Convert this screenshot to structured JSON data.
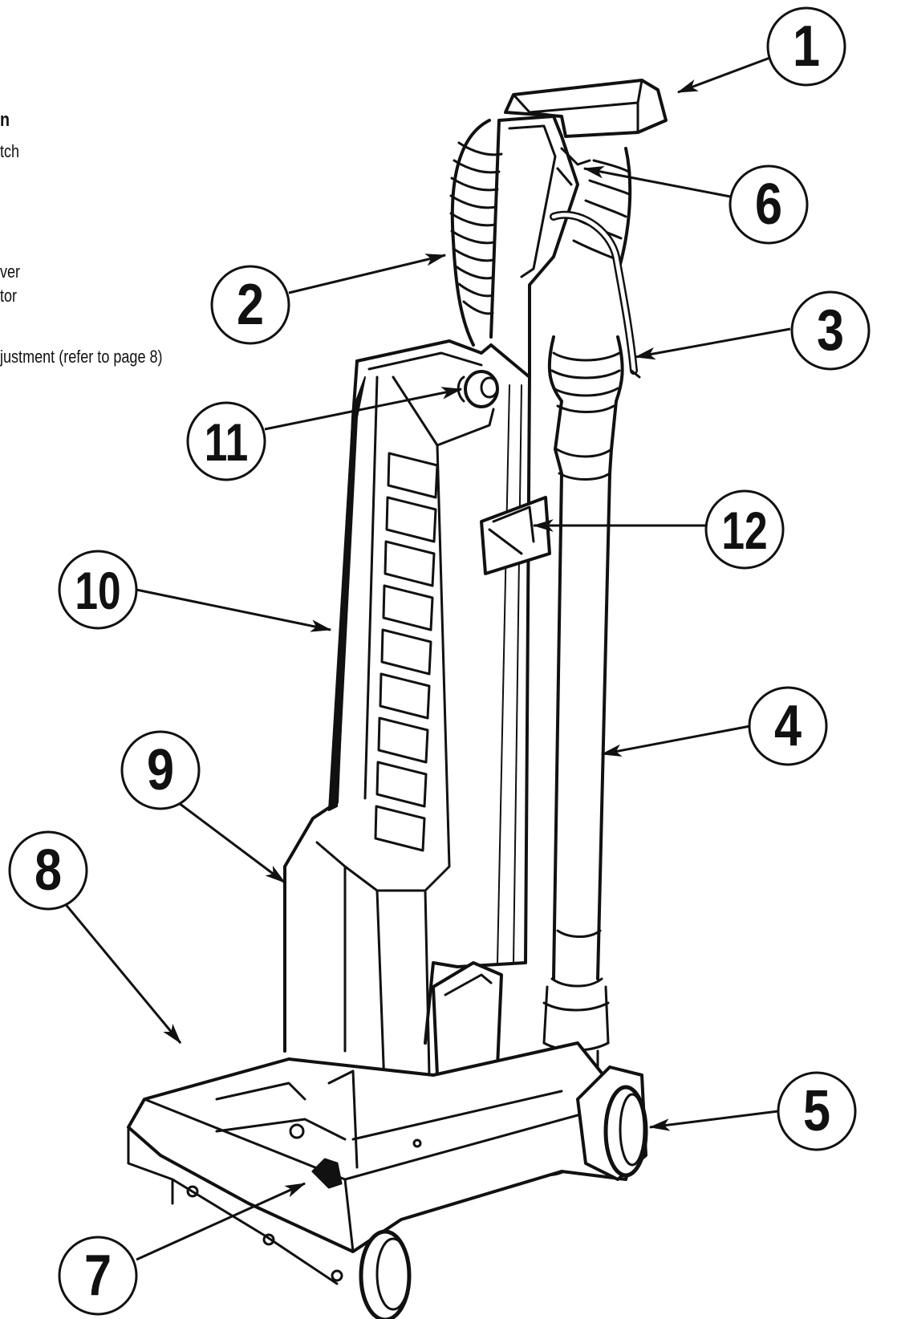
{
  "text_fragments": [
    "n",
    "tch",
    "ver",
    "tor",
    "justment (refer to page 8)"
  ],
  "callouts": [
    "1",
    "2",
    "3",
    "4",
    "5",
    "6",
    "7",
    "8",
    "9",
    "10",
    "11",
    "12"
  ],
  "colors": {
    "ink": "#111111",
    "paper": "#ffffff"
  }
}
